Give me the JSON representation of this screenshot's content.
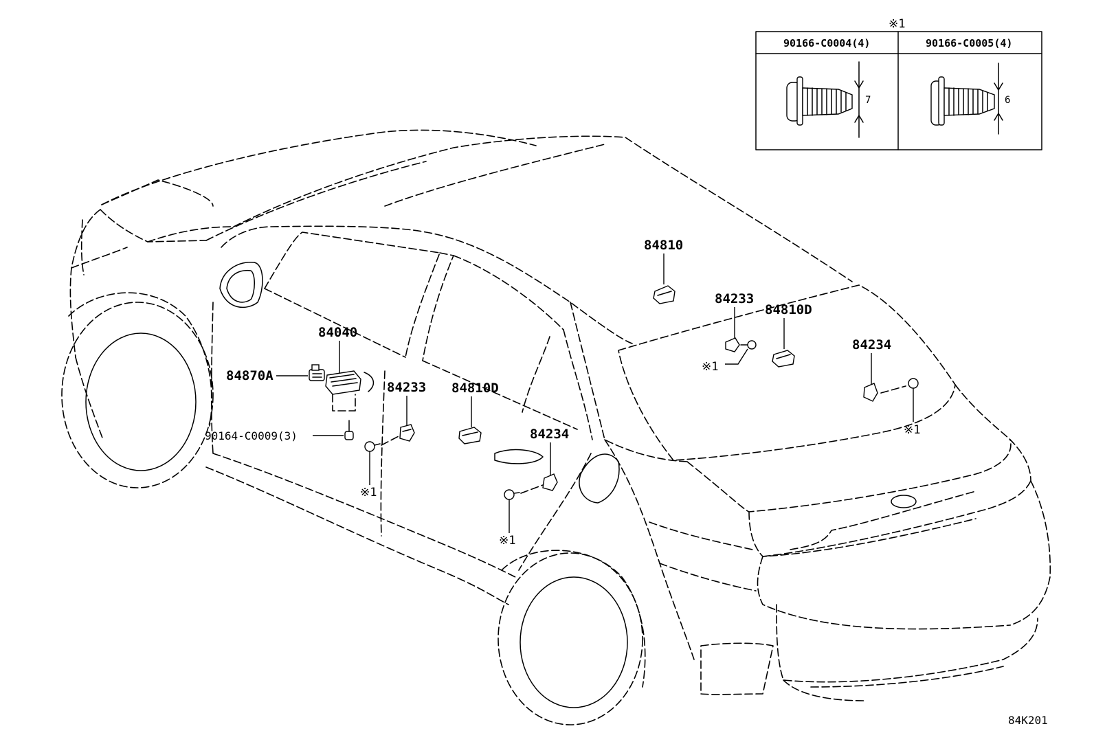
{
  "diagram_code": "84K201",
  "fastener_table": {
    "reference_mark": "※1",
    "columns": [
      {
        "part_number": "90166-C0004(4)",
        "dimension": "7"
      },
      {
        "part_number": "90166-C0005(4)",
        "dimension": "6"
      }
    ]
  },
  "callouts": {
    "p84040": "84040",
    "p84870A": "84870A",
    "p90164": "90164-C0009(3)",
    "p84233_front": "84233",
    "p84810D_front": "84810D",
    "p84234_front": "84234",
    "p84810": "84810",
    "p84233_rear": "84233",
    "p84810D_rear": "84810D",
    "p84234_rear": "84234"
  },
  "ref_marks": {
    "front_door_screw": "※1",
    "rear_door_screw": "※1",
    "rear_switch_screw_left": "※1",
    "rear_switch_screw_right": "※1"
  }
}
